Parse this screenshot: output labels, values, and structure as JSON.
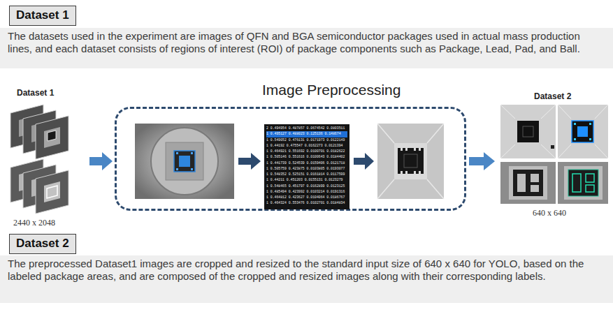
{
  "diagram": {
    "nodes": [
      {
        "text": [
          "Dataset 1"
        ]
      },
      {
        "text": [
          "The datasets used in the experiment are images of QFN and BGA semiconductor packages used in actual mass production lines, and each dataset consists of regions of interest (ROI) of package components such as Package, Lead, Pad, and Ball."
        ]
      },
      {
        "text": [
          "Image Preprocessing"
        ]
      },
      {
        "text": [
          "Dataset 2"
        ]
      },
      {
        "text": [
          "The preprocessed Dataset1 images are cropped and resized to the standard input size of 640 x 640 for YOLO, based on the labeled package areas, and are composed of the cropped and resized images along with their corresponding labels."
        ]
      }
    ],
    "labels": [
      "Dataset 1",
      "2440 x 2048",
      "2 0.494954 0.487857 0.0674542 0.0803511",
      "1 0.495127 0.488023 0.125136 0.148674",
      "1 0.549052 0.476131 0.0171973 0.0122149",
      "1 0.44192 0.475547 0.0162273 0.0121394",
      "1 0.464921 0.551692 0.0100701 0.0182622",
      "1 0.505146 0.551616 0.0100643 0.0184402",
      "1 0.441739 0.524539 0.0159406 0.0121718",
      "1 0.505759 0.423875 0.0103805 0.0193077",
      "1 0.548352 0.525151 0.0161814 0.0117599",
      "1 0.44211 0.451203 0.0155131 0.0123279",
      "1 0.548465 0.451797 0.0162899 0.0123125",
      "1 0.485494 0.423992 0.0103214 0.0191316",
      "1 0.464812 0.423627 0.0104064 0.0186767",
      "1 0.464324 0.553476 0.0102701 0.0184834",
      "Dataset 2",
      "640 x 640"
    ]
  }
}
